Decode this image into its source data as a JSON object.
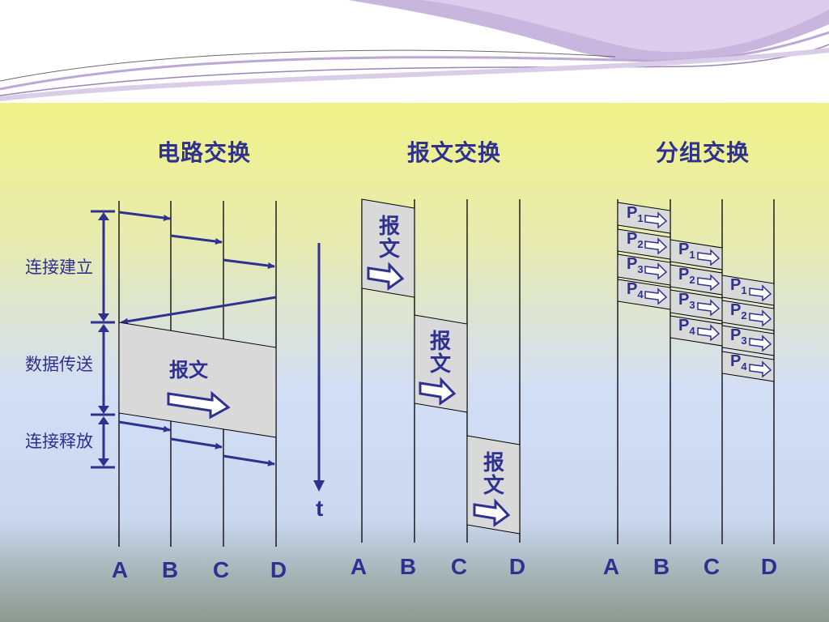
{
  "sections": {
    "circuit": {
      "title": "电路交换",
      "phases": [
        "连接建立",
        "数据传送",
        "连接释放"
      ],
      "message": "报文",
      "nodes": [
        "A",
        "B",
        "C",
        "D"
      ]
    },
    "message_switching": {
      "title": "报文交换",
      "message": [
        "报",
        "文"
      ],
      "nodes": [
        "A",
        "B",
        "C",
        "D"
      ]
    },
    "packet": {
      "title": "分组交换",
      "packets": [
        "P",
        "P",
        "P",
        "P"
      ],
      "packet_subscripts": [
        "1",
        "2",
        "3",
        "4"
      ],
      "nodes": [
        "A",
        "B",
        "C",
        "D"
      ]
    }
  },
  "time_axis": {
    "label": "t"
  },
  "colors": {
    "ink": "#2e318f",
    "box_fill": "#d9d9d9",
    "arrow_fill": "#ffffff"
  }
}
